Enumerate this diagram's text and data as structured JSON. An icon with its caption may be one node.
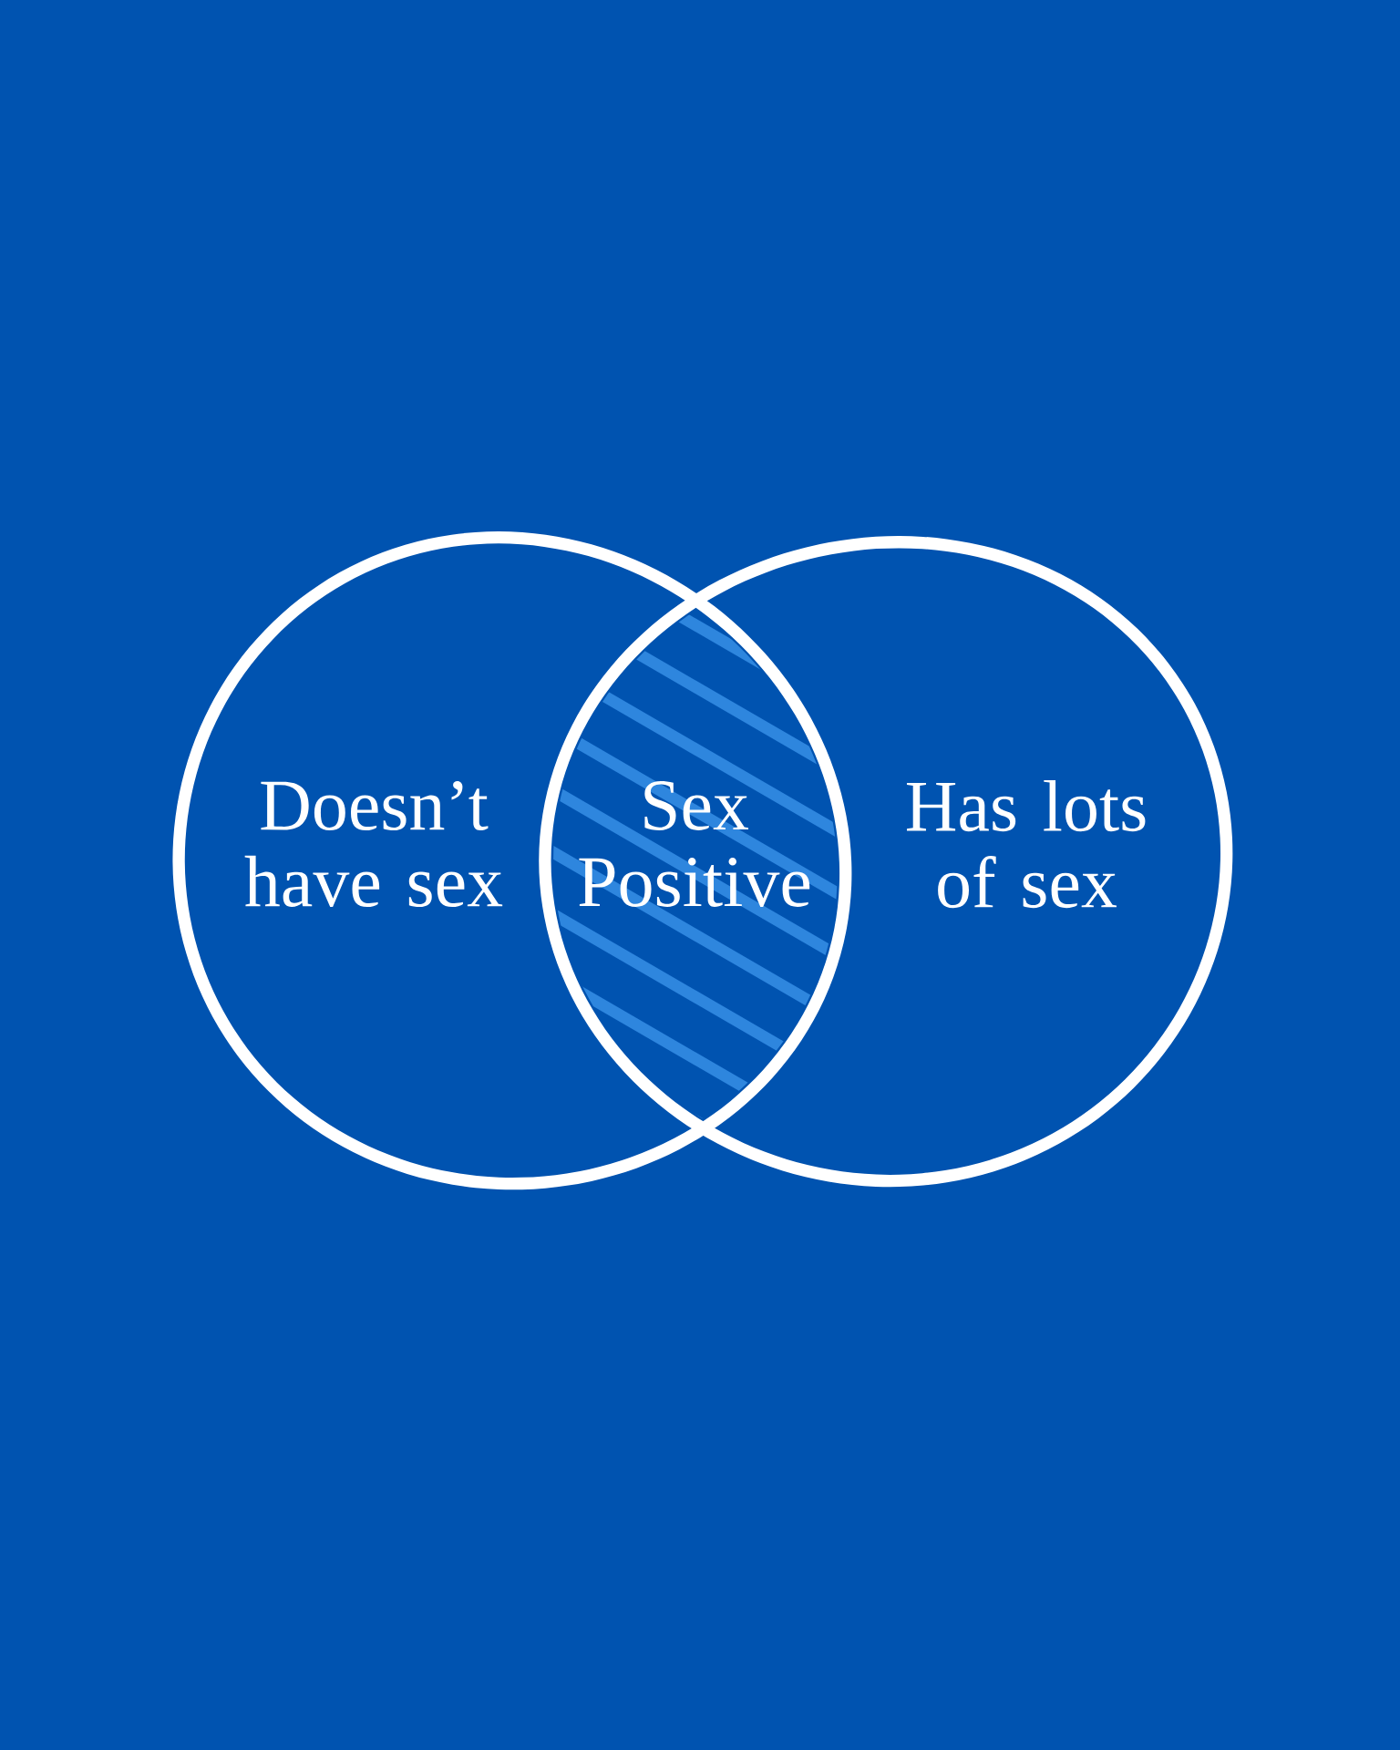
{
  "diagram": {
    "nodes": [
      {
        "text": [
          "Doesn’t have sex"
        ]
      },
      {
        "text": [
          "Sex Positive"
        ]
      },
      {
        "text": [
          "Has lots of sex"
        ]
      }
    ]
  }
}
